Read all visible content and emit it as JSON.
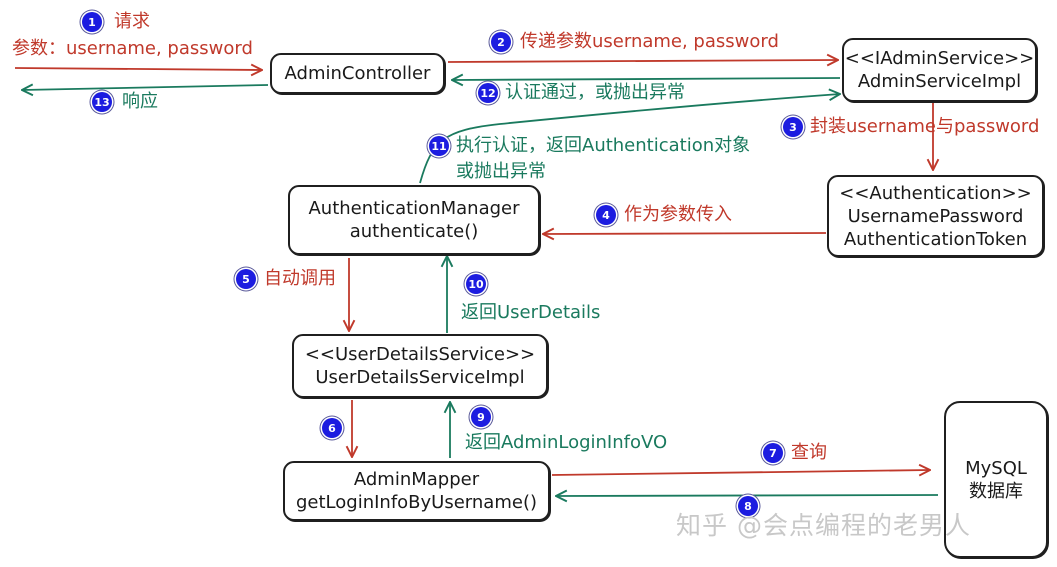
{
  "nodes": {
    "controller": {
      "lines": [
        "AdminController"
      ]
    },
    "service": {
      "lines": [
        "<<IAdminService>>",
        "AdminServiceImpl"
      ]
    },
    "token": {
      "lines": [
        "<<Authentication>>",
        "UsernamePassword",
        "AuthenticationToken"
      ]
    },
    "manager": {
      "lines": [
        "AuthenticationManager",
        "authenticate()"
      ]
    },
    "uds": {
      "lines": [
        "<<UserDetailsService>>",
        "UserDetailsServiceImpl"
      ]
    },
    "mapper": {
      "lines": [
        "AdminMapper",
        "getLoginInfoByUsername()"
      ]
    },
    "db": {
      "lines": [
        "MySQL",
        "数据库"
      ]
    }
  },
  "steps": [
    {
      "num": "1",
      "text": "请求"
    },
    {
      "num": "",
      "text": "参数：username, password"
    },
    {
      "num": "2",
      "text": "传递参数username, password"
    },
    {
      "num": "3",
      "text": "封装username与password"
    },
    {
      "num": "4",
      "text": "作为参数传入"
    },
    {
      "num": "5",
      "text": "自动调用"
    },
    {
      "num": "6",
      "text": ""
    },
    {
      "num": "7",
      "text": "查询"
    },
    {
      "num": "8",
      "text": ""
    },
    {
      "num": "9",
      "text": "返回AdminLoginInfoVO"
    },
    {
      "num": "10",
      "text": "返回UserDetails"
    },
    {
      "num": "11",
      "text": "执行认证，返回Authentication对象"
    },
    {
      "num": "",
      "text": "或抛出异常"
    },
    {
      "num": "12",
      "text": "认证通过，或抛出异常"
    },
    {
      "num": "13",
      "text": "响应"
    }
  ],
  "colors": {
    "request": "#c0392b",
    "response": "#1a7a5e",
    "badge": "#1c1ce0"
  },
  "watermark": "知乎 @会点编程的老男人"
}
